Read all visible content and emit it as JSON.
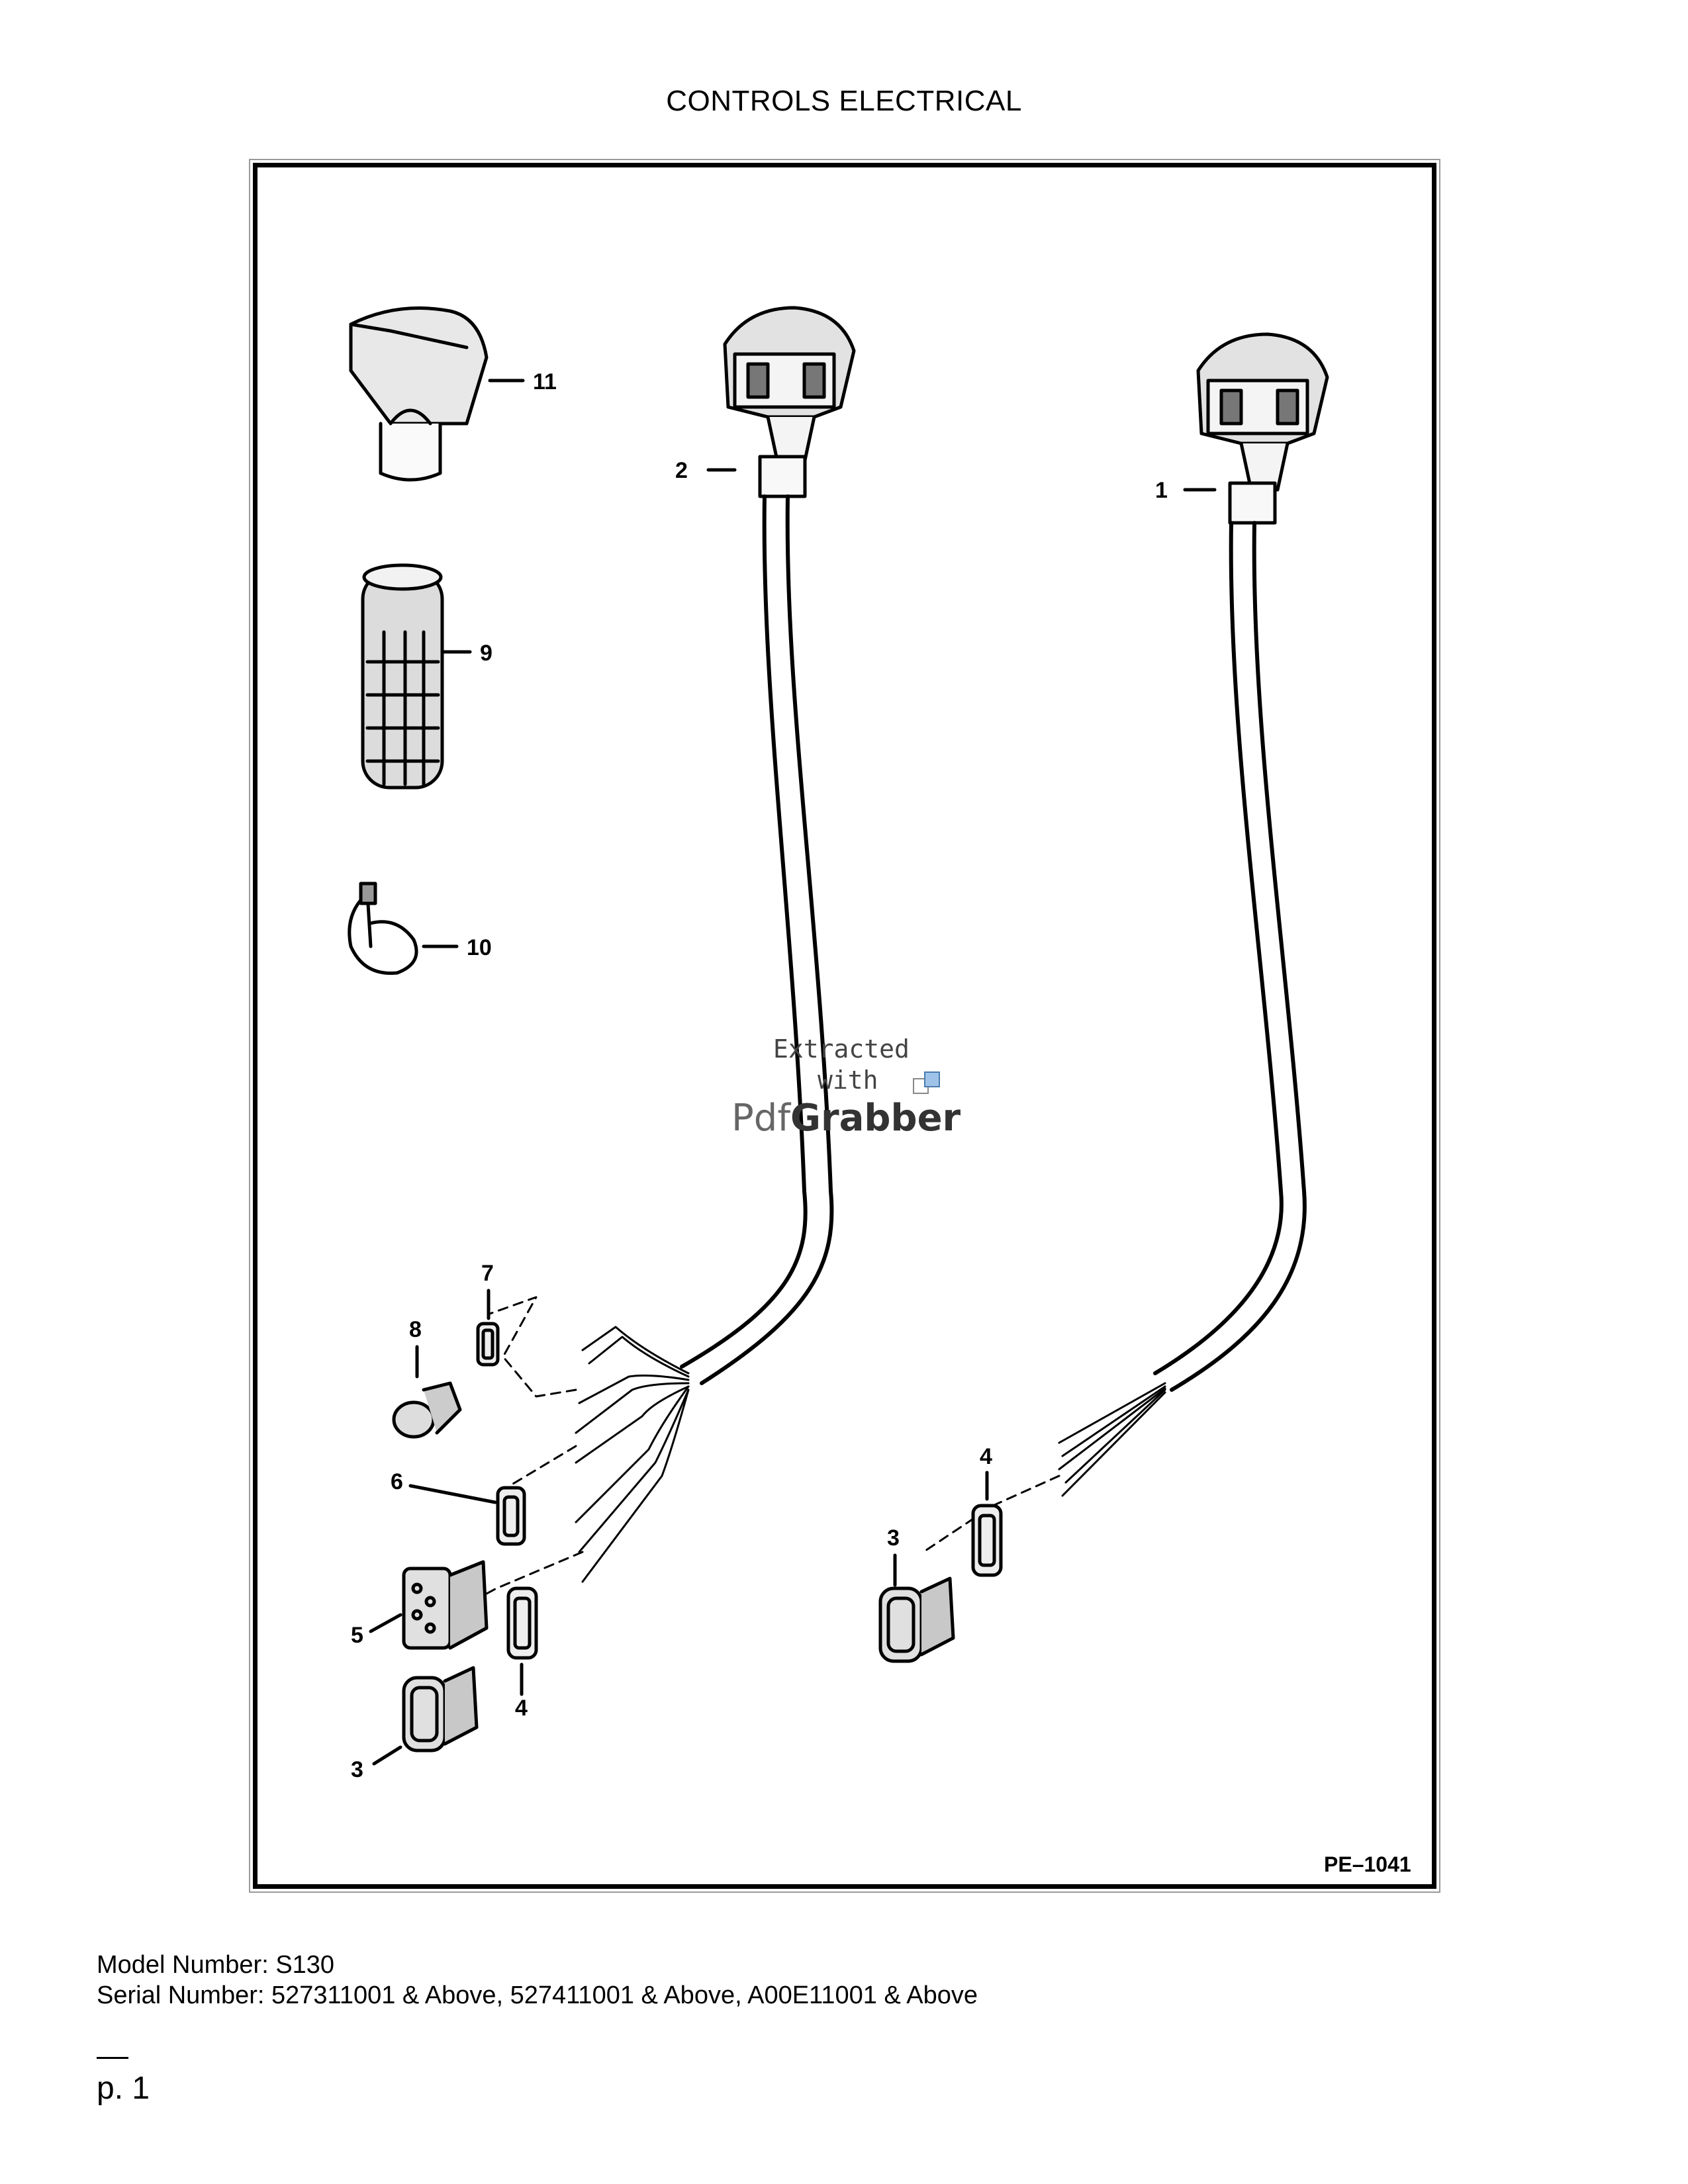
{
  "page_title": "CONTROLS ELECTRICAL",
  "figure_code": "PE–1041",
  "callouts": {
    "c1": "1",
    "c2": "2",
    "c3a": "3",
    "c3b": "3",
    "c4a": "4",
    "c4b": "4",
    "c5": "5",
    "c6": "6",
    "c7": "7",
    "c8": "8",
    "c9": "9",
    "c10": "10",
    "c11": "11"
  },
  "watermark": {
    "line1": "Extracted",
    "line2": "with",
    "brand_a": "Pdf",
    "brand_b": "Grabber"
  },
  "model_line": "Model Number: S130",
  "serial_line": "Serial Number: 527311001 & Above, 527411001 & Above, A00E11001 & Above",
  "page_number": "p. 1"
}
